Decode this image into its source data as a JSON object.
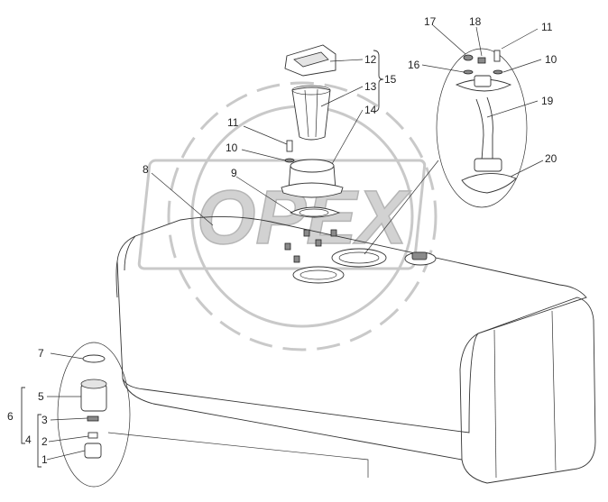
{
  "watermark": {
    "text": "OPEX"
  },
  "callouts": {
    "c1": "1",
    "c2": "2",
    "c3": "3",
    "c4": "4",
    "c5": "5",
    "c6": "6",
    "c7": "7",
    "c8": "8",
    "c9": "9",
    "c10a": "10",
    "c10b": "10",
    "c11a": "11",
    "c11b": "11",
    "c12": "12",
    "c13": "13",
    "c14": "14",
    "c15": "15",
    "c16": "16",
    "c17": "17",
    "c18": "18",
    "c19": "19",
    "c20": "20"
  },
  "colors": {
    "line": "#333333",
    "watermark": "#c9c9c9",
    "background": "#ffffff"
  }
}
